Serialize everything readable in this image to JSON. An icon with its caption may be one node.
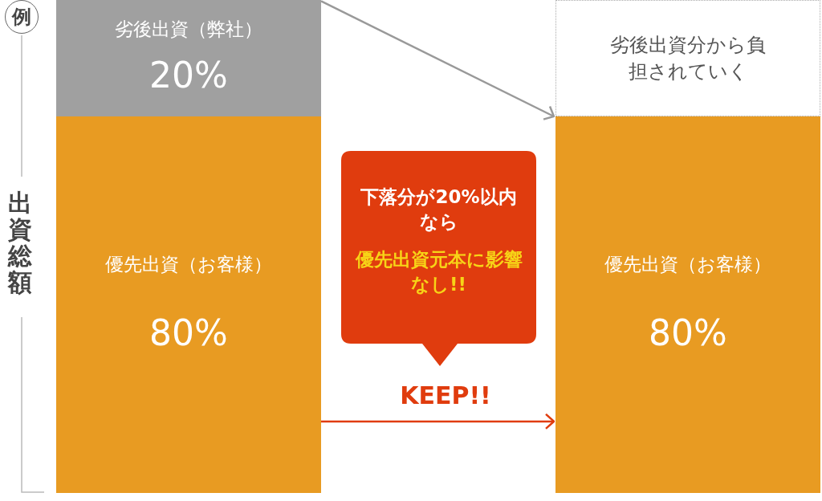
{
  "diagram": {
    "nodes": [
      {
        "text": [
          "劣後出資（弊社）",
          "20%"
        ]
      },
      {
        "text": [
          "優先出資（お客様）",
          "80%"
        ]
      },
      {
        "text": [
          "劣後出資分から負担されていく"
        ]
      },
      {
        "text": [
          "優先出資（お客様）",
          "80%"
        ]
      },
      {
        "text": [
          "下落分が20%以内なら",
          "優先出資元本に影響なし!!"
        ]
      }
    ],
    "edges": [
      {
        "from": 0,
        "to": 2,
        "arrow": "to"
      },
      {
        "from": 1,
        "to": 3,
        "arrow": "to",
        "label": "KEEP!!",
        "color": "#e03c0e"
      }
    ],
    "labels": [
      "例",
      "出資総額"
    ]
  }
}
